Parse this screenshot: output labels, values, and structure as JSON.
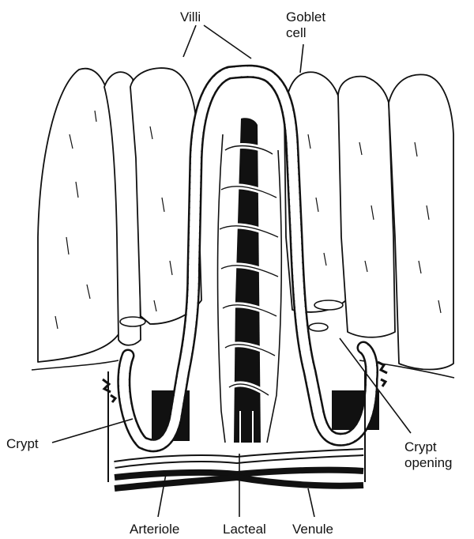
{
  "labels": {
    "villi": "Villi",
    "goblet_cell": "Goblet\ncell",
    "crypt": "Crypt",
    "crypt_opening": "Crypt\nopening",
    "arteriole": "Arteriole",
    "lacteal": "Lacteal",
    "venule": "Venule"
  },
  "colors": {
    "ink": "#111111",
    "paper": "#ffffff"
  }
}
